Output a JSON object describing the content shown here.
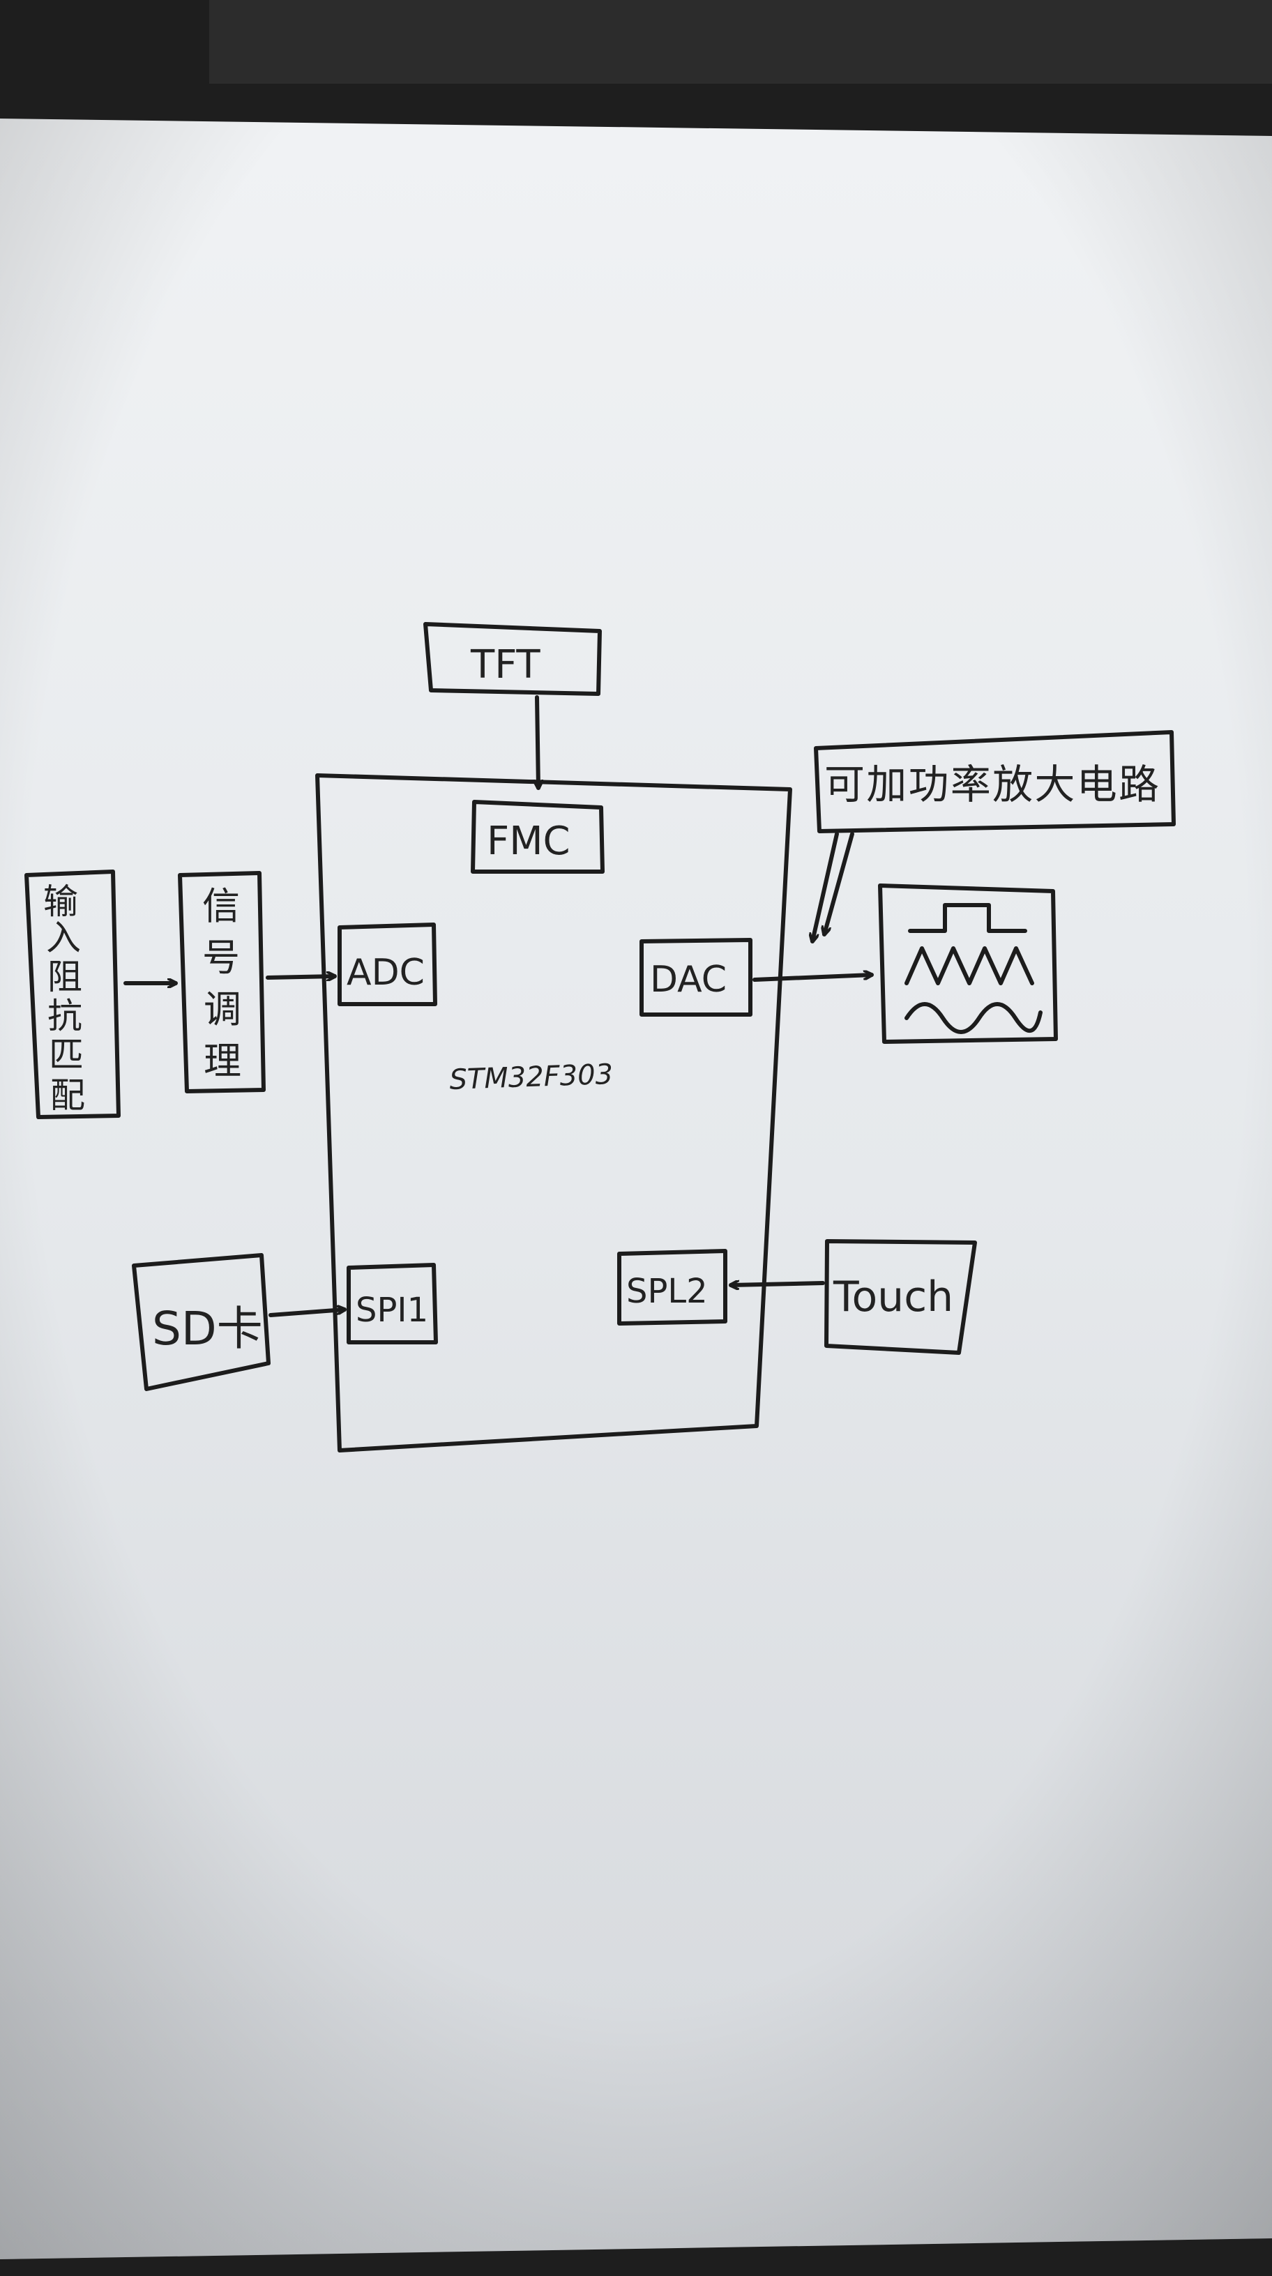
{
  "diagram": {
    "mcu_label": "STM32F303",
    "blocks": {
      "tft": "TFT",
      "fmc": "FMC",
      "adc": "ADC",
      "dac": "DAC",
      "spi1": "SPI1",
      "spi2": "SPL2",
      "touch": "Touch",
      "sd": "SD卡",
      "amp": "可加功率放大电路",
      "impedance": [
        "输",
        "入",
        "阻",
        "抗",
        "匹",
        "配"
      ],
      "signal": [
        "信",
        "号",
        "调",
        "理"
      ]
    }
  },
  "colors": {
    "ink": "#1c1c1c",
    "paper": "#e9ecef",
    "paper_edge": "#c9ccd1",
    "table": "#1e1e1e"
  }
}
